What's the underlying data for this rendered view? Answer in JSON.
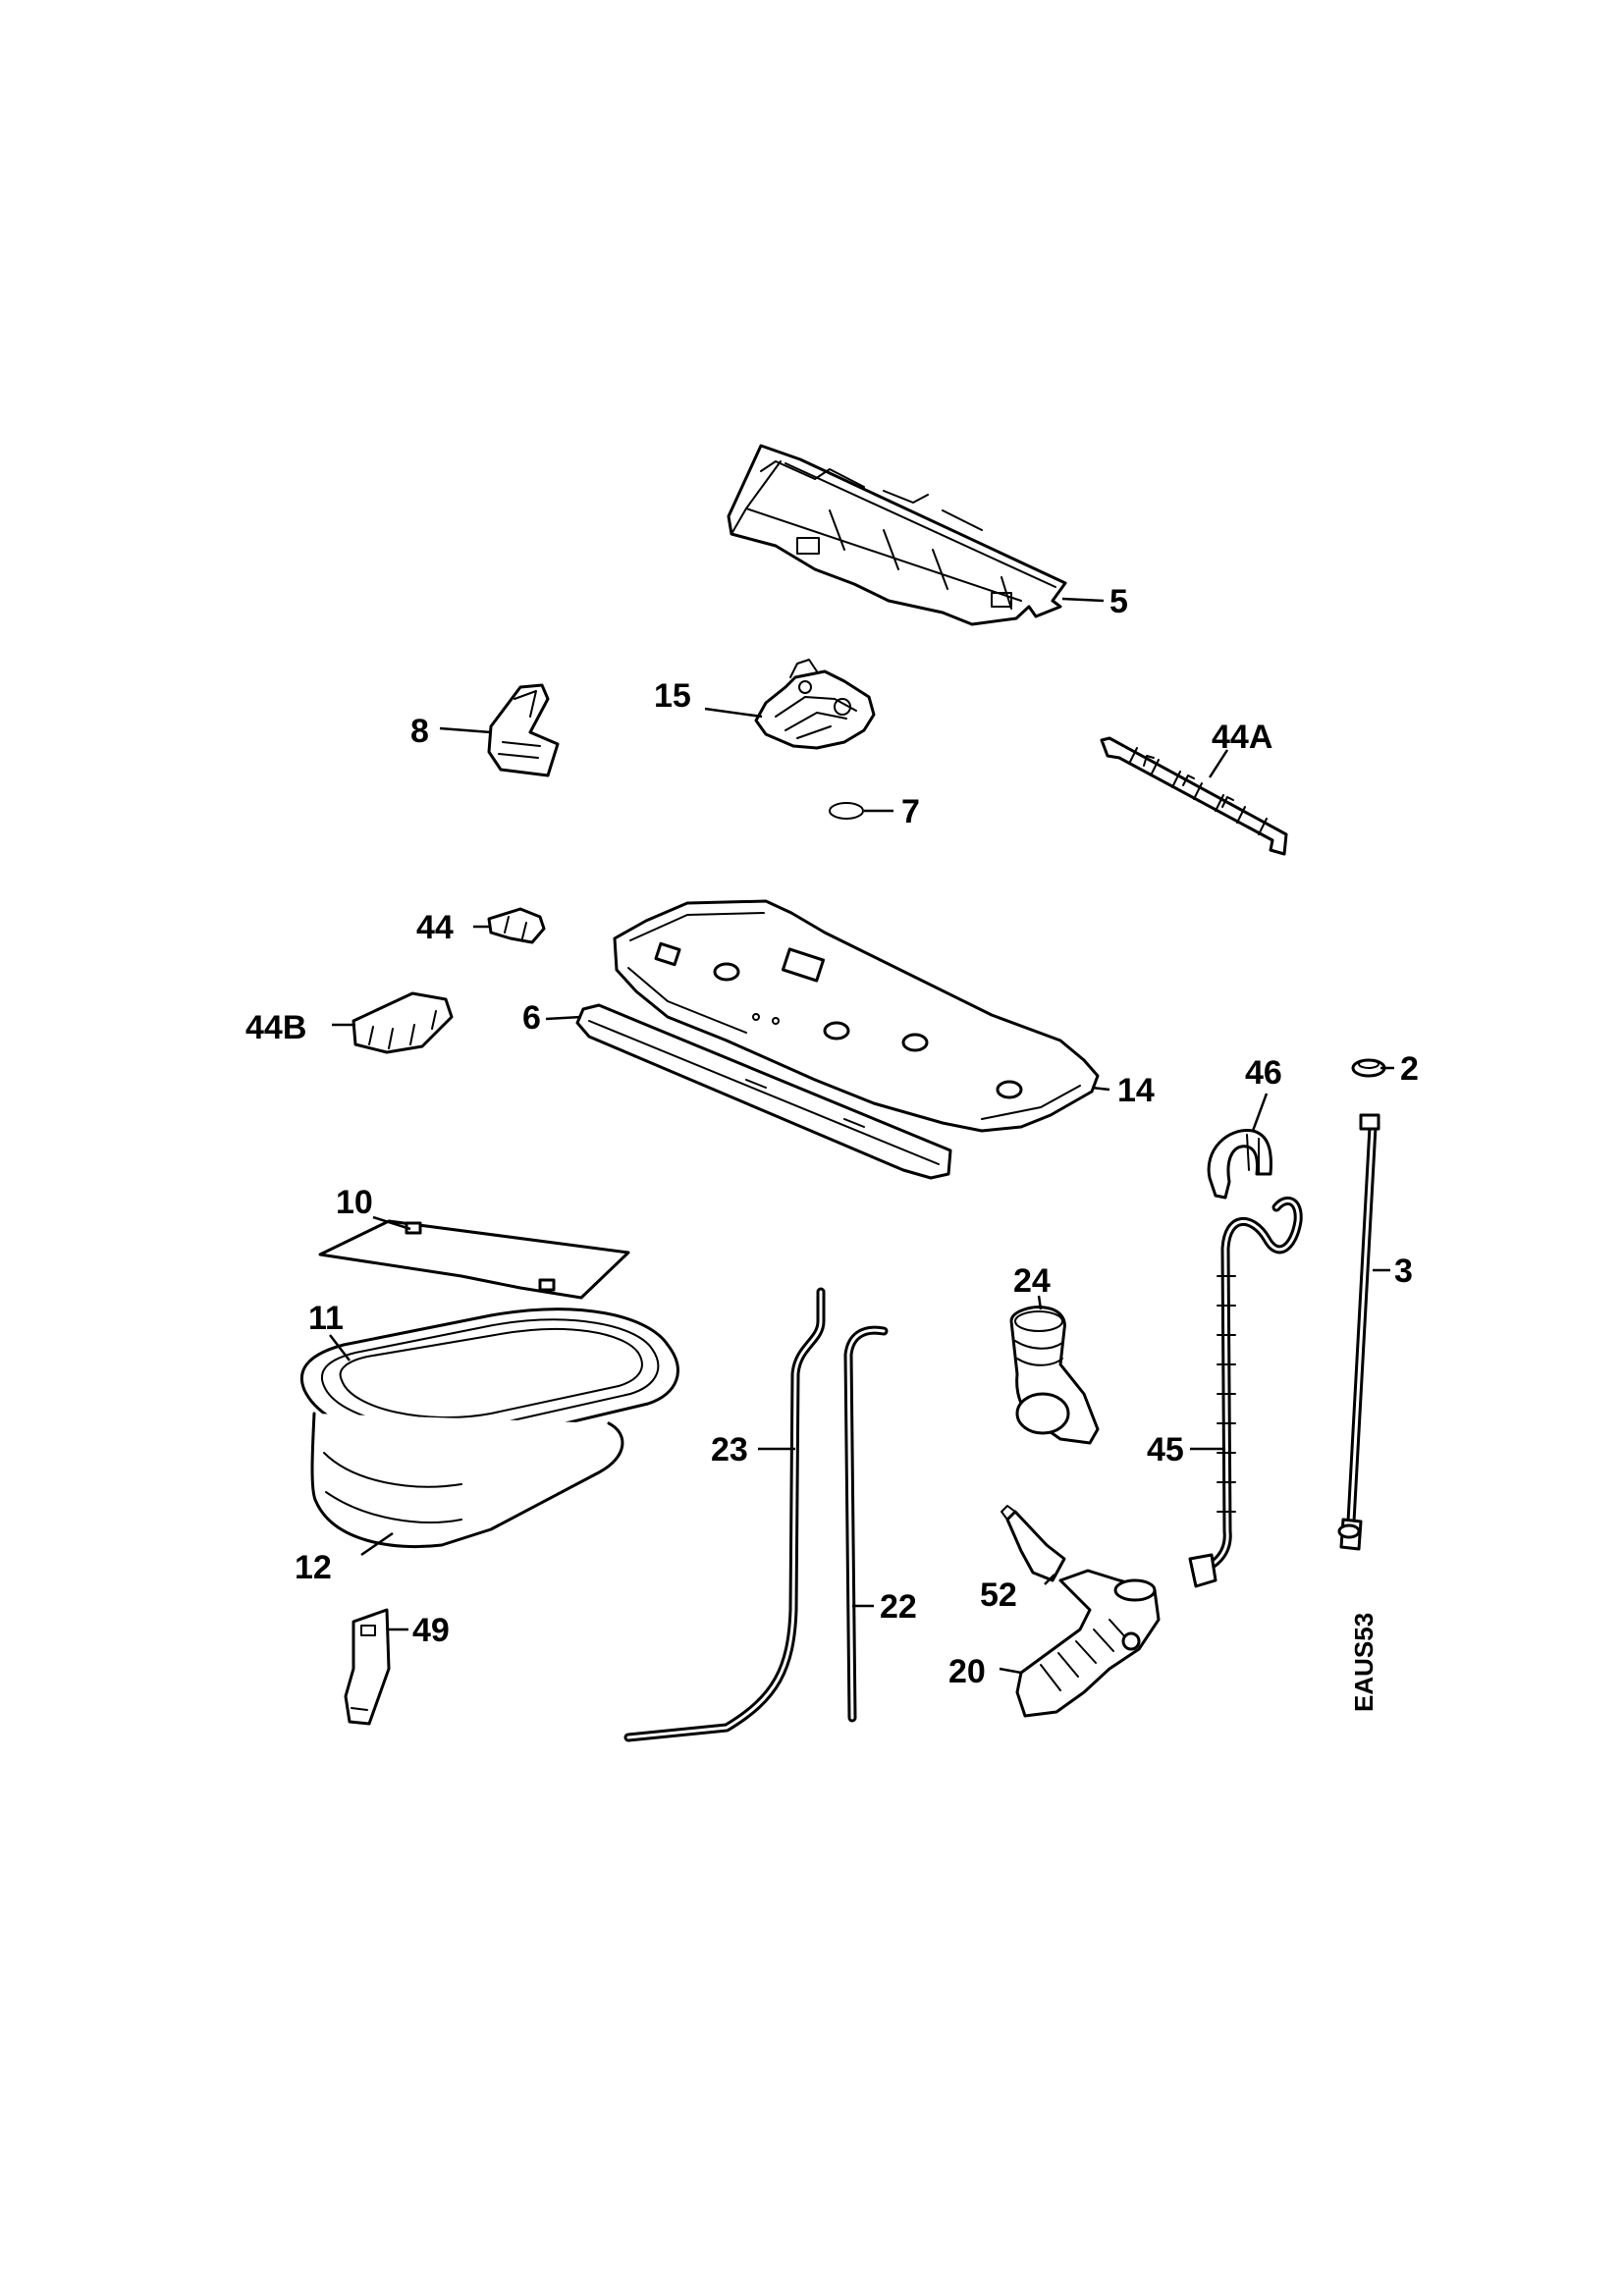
{
  "diagram": {
    "drawing_code": "EAUS53",
    "callouts": {
      "c5": "5",
      "c15": "15",
      "c8": "8",
      "c44A": "44A",
      "c7": "7",
      "c44": "44",
      "c44B": "44B",
      "c6": "6",
      "c14": "14",
      "c46": "46",
      "c2": "2",
      "c10": "10",
      "c11": "11",
      "c12": "12",
      "c24": "24",
      "c23": "23",
      "c22": "22",
      "c45": "45",
      "c3": "3",
      "c52": "52",
      "c20": "20",
      "c49": "49"
    }
  }
}
